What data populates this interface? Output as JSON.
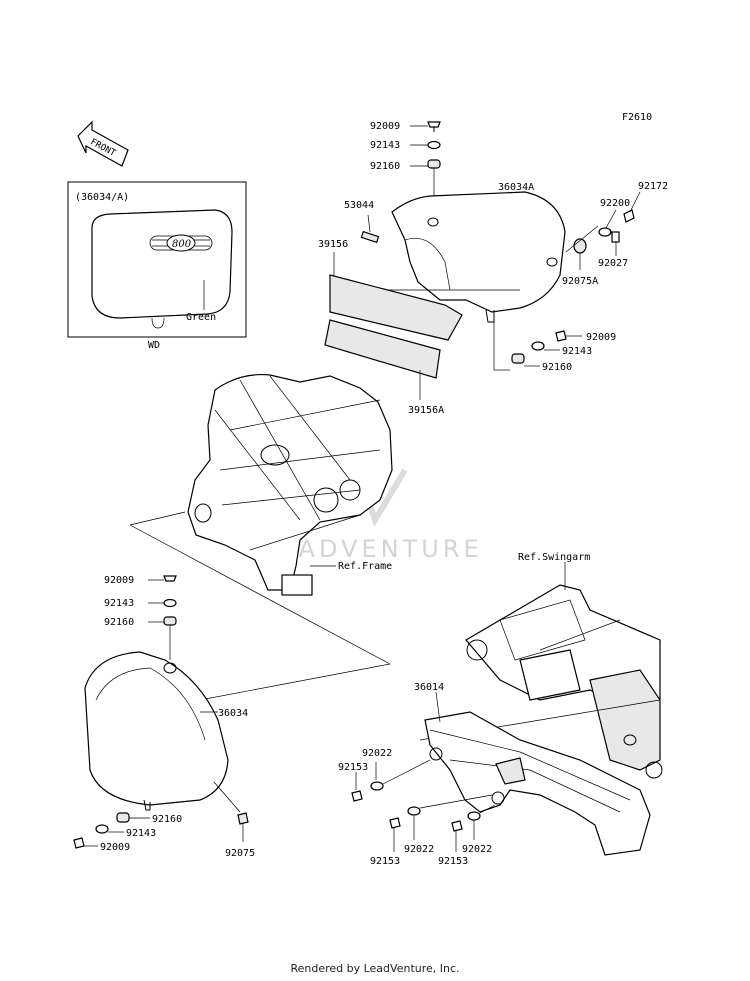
{
  "figure_code": "F2610",
  "front_label": "FRONT",
  "inset": {
    "title": "(36034/A)",
    "emblem": "800",
    "color_label": "Green",
    "caption": "WD"
  },
  "references": {
    "frame": "Ref.Frame",
    "swingarm": "Ref.Swingarm"
  },
  "watermark": "LEADVENTURE",
  "parts": {
    "p92009_top": "92009",
    "p92143_top": "92143",
    "p92160_top": "92160",
    "p53044": "53044",
    "p36034A": "36034A",
    "p92172": "92172",
    "p92200": "92200",
    "p39156": "39156",
    "p92027": "92027",
    "p92075A": "92075A",
    "p92009_r": "92009",
    "p92143_r": "92143",
    "p92160_r": "92160",
    "p39156A": "39156A",
    "p92009_l": "92009",
    "p92143_l": "92143",
    "p92160_l": "92160",
    "p36034": "36034",
    "p92160_lb": "92160",
    "p92143_lb": "92143",
    "p92009_lb": "92009",
    "p92075": "92075",
    "p36014": "36014",
    "p92022_a": "92022",
    "p92153_a": "92153",
    "p92022_b": "92022",
    "p92153_b": "92153",
    "p92153_c": "92153",
    "p92022_c": "92022"
  },
  "footer": "Rendered by LeadVenture, Inc."
}
